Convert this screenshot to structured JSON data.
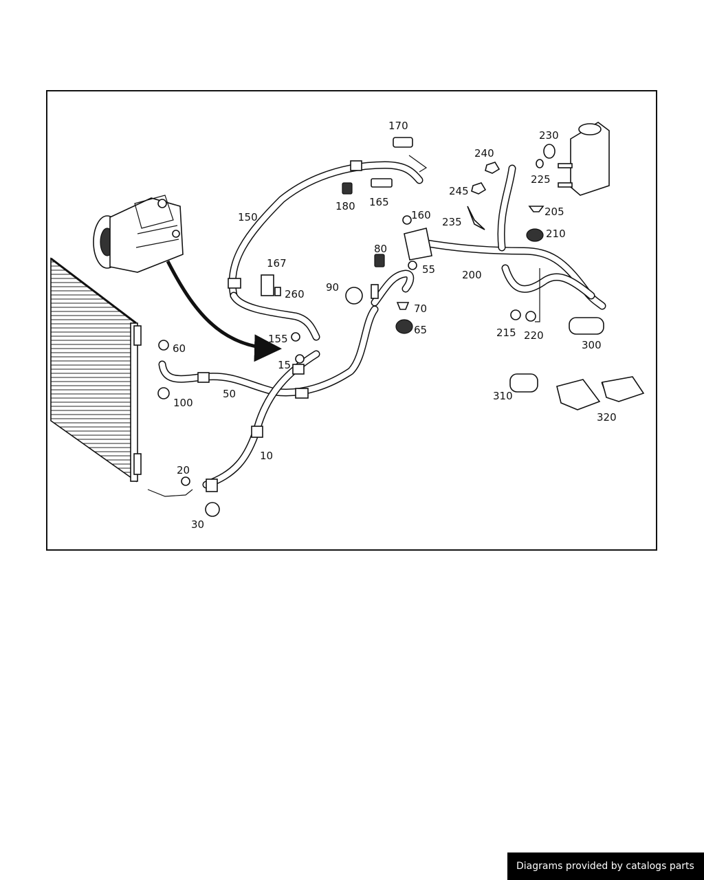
{
  "diagram": {
    "callouts": [
      "170",
      "230",
      "240",
      "225",
      "245",
      "205",
      "150",
      "235",
      "160",
      "210",
      "180",
      "165",
      "80",
      "167",
      "55",
      "200",
      "90",
      "260",
      "70",
      "65",
      "215",
      "220",
      "155",
      "300",
      "60",
      "15",
      "50",
      "100",
      "310",
      "320",
      "10",
      "20",
      "30"
    ]
  },
  "footer": {
    "credit": "Diagrams provided by catalogs parts"
  }
}
